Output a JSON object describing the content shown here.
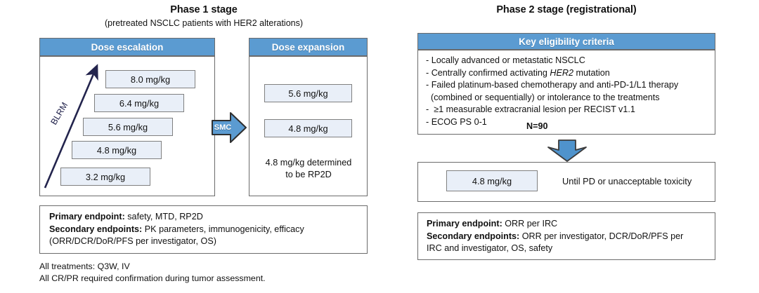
{
  "colors": {
    "header_blue": "#5b9bd1",
    "pill_fill": "#e9eef8",
    "border_gray": "#6b6b6b",
    "arrow_outline": "#3b3b3b",
    "text": "#111111"
  },
  "phase1": {
    "title": "Phase 1 stage",
    "subtitle": "(pretreated NSCLC patients with HER2 alterations)",
    "escalation": {
      "header": "Dose escalation",
      "arrow_label": "BLRM",
      "doses": [
        {
          "label": "8.0 mg/kg"
        },
        {
          "label": "6.4 mg/kg"
        },
        {
          "label": "5.6 mg/kg"
        },
        {
          "label": "4.8 mg/kg"
        },
        {
          "label": "3.2 mg/kg"
        }
      ]
    },
    "smc_arrow_label": "SMC",
    "expansion": {
      "header": "Dose expansion",
      "doses": [
        {
          "label": "5.6 mg/kg"
        },
        {
          "label": "4.8 mg/kg"
        }
      ],
      "note_line1": "4.8 mg/kg determined",
      "note_line2": "to be RP2D"
    },
    "endpoints": {
      "primary_label": "Primary endpoint:",
      "primary_value": " safety, MTD, RP2D",
      "secondary_label": "Secondary endpoints:",
      "secondary_value": " PK parameters, immunogenicity, efficacy",
      "secondary_line2": "(ORR/DCR/DoR/PFS per investigator, OS)"
    },
    "footnotes": [
      "All treatments: Q3W, IV",
      "All CR/PR required confirmation during tumor assessment."
    ]
  },
  "phase2": {
    "title": "Phase 2 stage (registrational)",
    "eligibility": {
      "header": "Key eligibility criteria",
      "items": [
        {
          "pre": "- Locally advanced or metastatic NSCLC",
          "em": "",
          "post": ""
        },
        {
          "pre": "- Centrally confirmed activating ",
          "em": "HER2",
          "post": " mutation"
        },
        {
          "pre": "- Failed platinum-based chemotherapy and anti-PD-1/L1 therapy",
          "em": "",
          "post": ""
        },
        {
          "pre": "  (combined or sequentially) or intolerance to the treatments",
          "em": "",
          "post": ""
        },
        {
          "pre": "-  ≥1 measurable extracranial lesion per RECIST v1.1",
          "em": "",
          "post": ""
        },
        {
          "pre": "- ECOG PS 0-1",
          "em": "",
          "post": ""
        }
      ],
      "enrollment": "N=90"
    },
    "treatment": {
      "dose_label": "4.8 mg/kg",
      "duration": "Until PD or unacceptable toxicity"
    },
    "endpoints": {
      "primary_label": "Primary endpoint:",
      "primary_value": " ORR per IRC",
      "secondary_label": "Secondary endpoints:",
      "secondary_value": " ORR per investigator, DCR/DoR/PFS per",
      "secondary_line2": "IRC and investigator, OS, safety"
    }
  }
}
